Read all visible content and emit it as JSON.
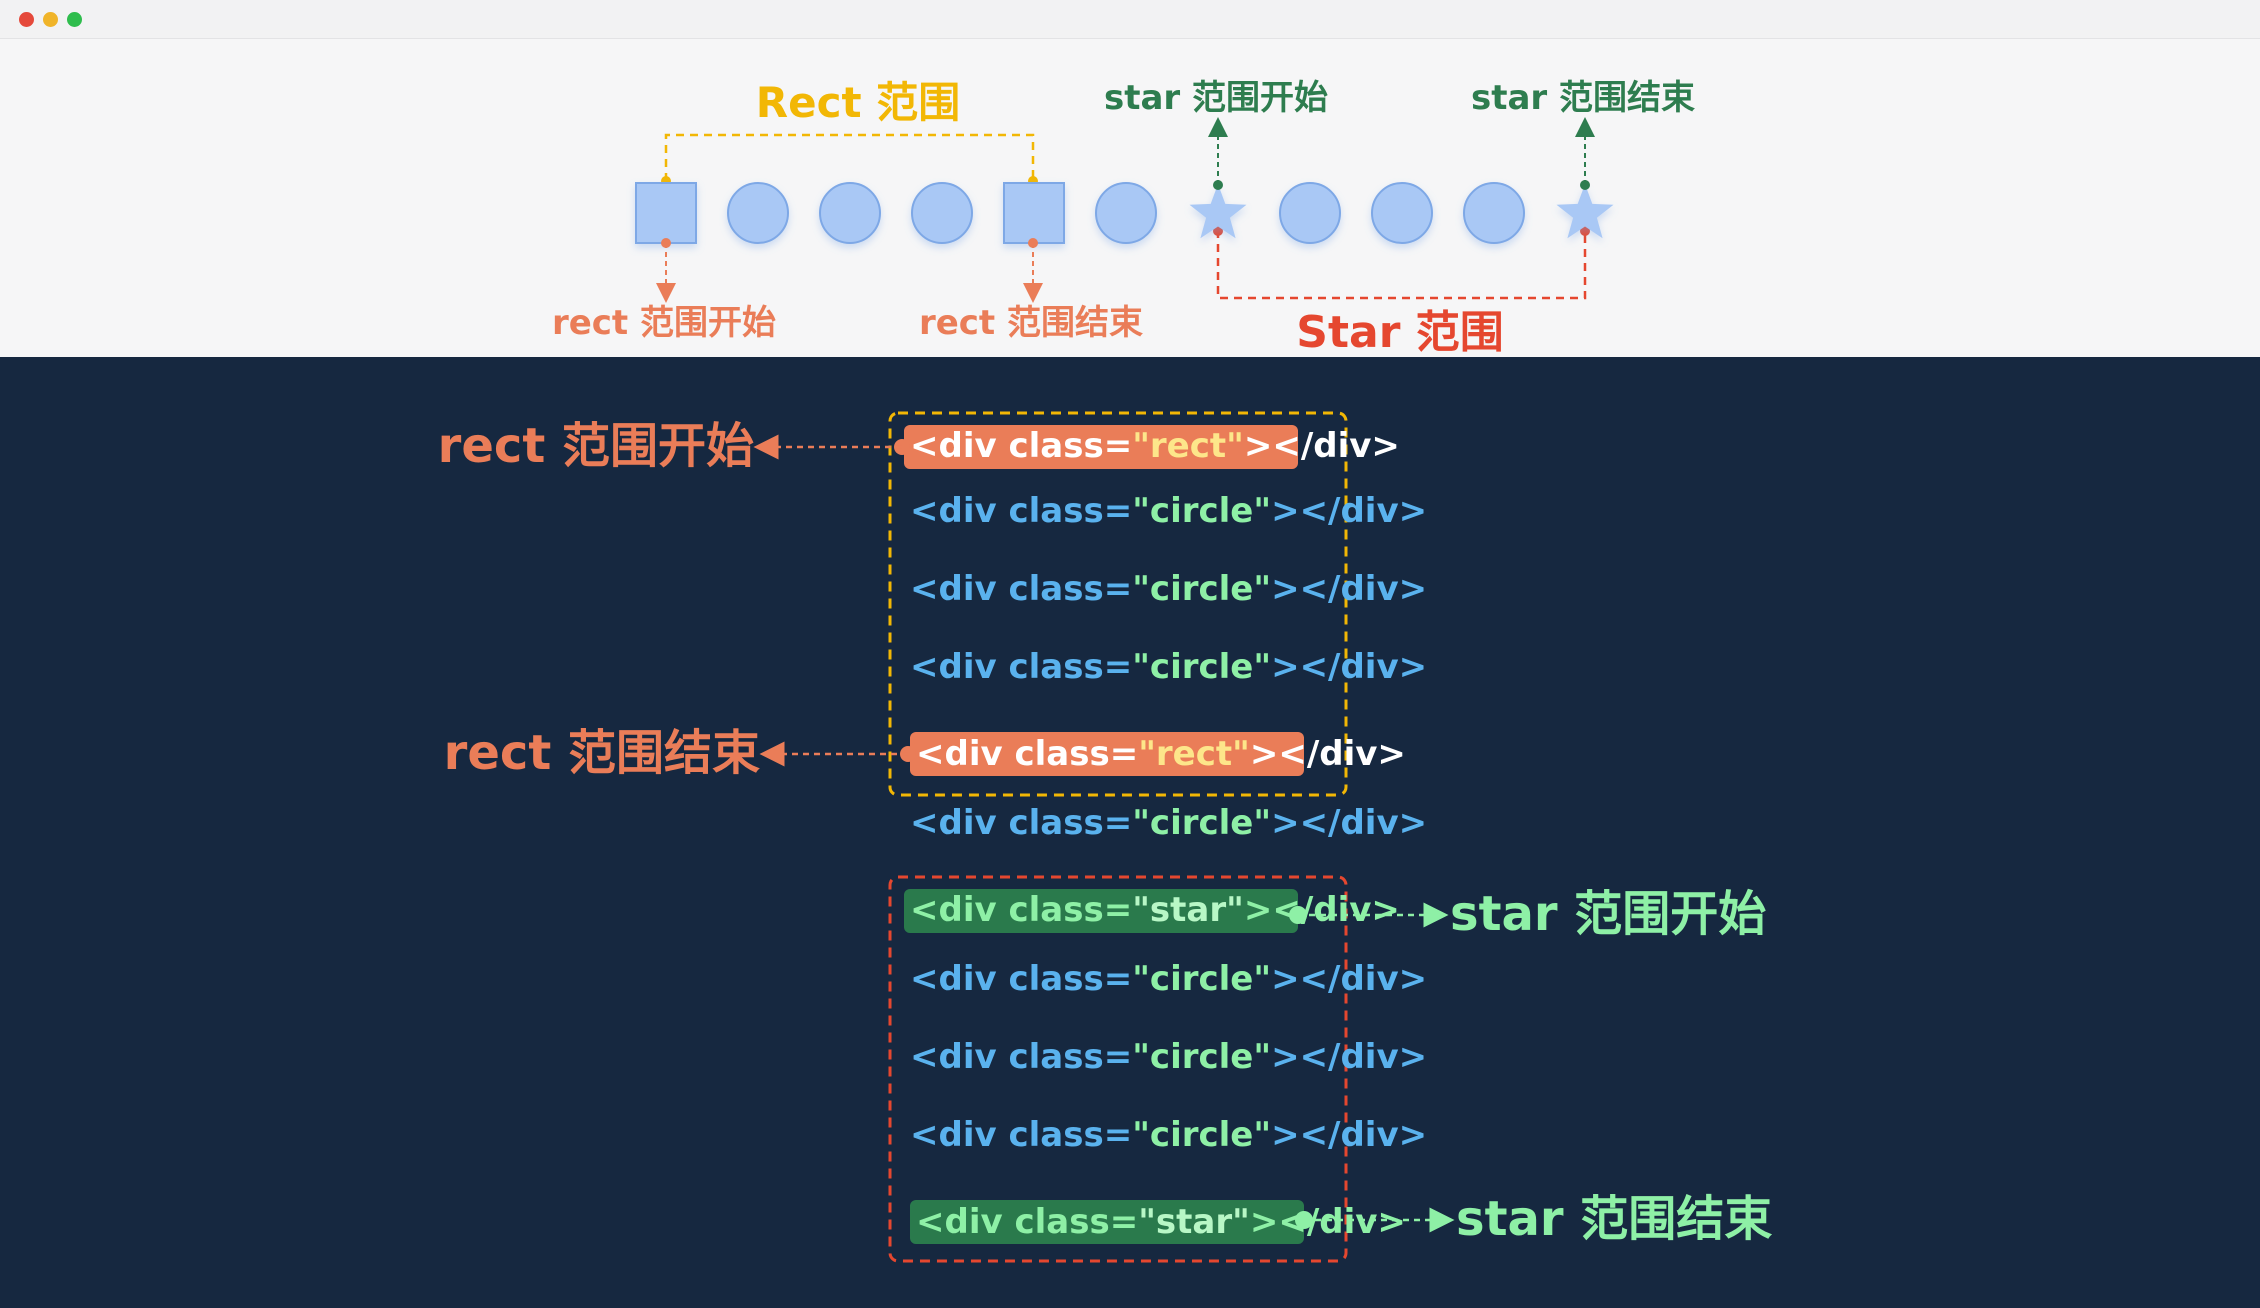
{
  "window": {
    "controls": [
      {
        "name": "close",
        "color": "#e5493b"
      },
      {
        "name": "minimize",
        "color": "#f0b429"
      },
      {
        "name": "maximize",
        "color": "#2fbd4d"
      }
    ]
  },
  "top": {
    "sequence": [
      "rect",
      "circle",
      "circle",
      "circle",
      "rect",
      "circle",
      "star",
      "circle",
      "circle",
      "circle",
      "star"
    ],
    "labels": {
      "rect_range": "Rect 范围",
      "rect_start": "rect 范围开始",
      "rect_end": "rect 范围结束",
      "star_start": "star 范围开始",
      "star_end": "star 范围结束",
      "star_range": "Star 范围"
    }
  },
  "bottom": {
    "code_lines": [
      {
        "prefix": "<div class=",
        "cls": "\"rect\"",
        "suffix": "></div>",
        "kind": "rect"
      },
      {
        "prefix": "<div class=",
        "cls": "\"circle\"",
        "suffix": "></div>",
        "kind": "circle"
      },
      {
        "prefix": "<div class=",
        "cls": "\"circle\"",
        "suffix": "></div>",
        "kind": "circle"
      },
      {
        "prefix": "<div class=",
        "cls": "\"circle\"",
        "suffix": "></div>",
        "kind": "circle"
      },
      {
        "prefix": "<div class=",
        "cls": "\"rect\"",
        "suffix": "></div>",
        "kind": "rect"
      },
      {
        "prefix": "<div class=",
        "cls": "\"circle\"",
        "suffix": "></div>",
        "kind": "circle"
      },
      {
        "prefix": "<div class=",
        "cls": "\"star\"",
        "suffix": "></div>",
        "kind": "star"
      },
      {
        "prefix": "<div class=",
        "cls": "\"circle\"",
        "suffix": "></div>",
        "kind": "circle"
      },
      {
        "prefix": "<div class=",
        "cls": "\"circle\"",
        "suffix": "></div>",
        "kind": "circle"
      },
      {
        "prefix": "<div class=",
        "cls": "\"circle\"",
        "suffix": "></div>",
        "kind": "circle"
      },
      {
        "prefix": "<div class=",
        "cls": "\"star\"",
        "suffix": "></div>",
        "kind": "star"
      }
    ],
    "labels": {
      "rect_start": "rect 范围开始",
      "rect_end": "rect 范围结束",
      "star_start": "star 范围开始",
      "star_end": "star 范围结束"
    }
  },
  "colors": {
    "shape_fill": "#a9c8f5",
    "shape_stroke": "#7ea8e6",
    "rect_range": "#f2b705",
    "rect_marker": "#ea7d58",
    "star_marker": "#2e7d4f",
    "star_range": "#e5472f",
    "panel_dark": "#162840",
    "code_blue": "#5ab2ee",
    "code_green": "#8ef0a6",
    "code_rect_bg": "#ea7d58",
    "code_star_bg": "#2a7a4c",
    "code_rect_class": "#fde68a",
    "code_star_class": "#b8f7c6"
  }
}
